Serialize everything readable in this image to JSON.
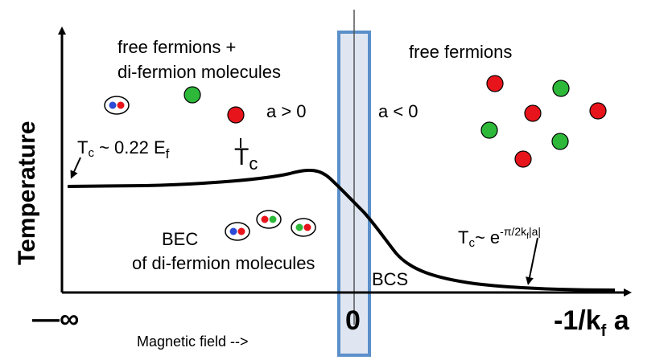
{
  "labels": {
    "y_axis": "Temperature",
    "x_axis_left": "—∞",
    "x_axis_right_main": "-1/k",
    "x_axis_right_sub": "f",
    "x_axis_right_tail": " a",
    "x_zero": "0",
    "x_caption": "Magnetic field -->",
    "upper_left_line1": "free fermions +",
    "upper_left_line2": "di-fermion molecules",
    "upper_right": "free fermions",
    "a_positive": "a > 0",
    "a_negative": "a < 0",
    "tc_curve": "T",
    "tc_curve_sub": "c",
    "tc_left_T": "T",
    "tc_left_sub": "c",
    "tc_left_value": " ~ 0.22 E",
    "tc_left_value_sub": "f",
    "bec_line1": "BEC",
    "bec_line2": "of di-fermion molecules",
    "bcs": "BCS",
    "tc_right_T": "T",
    "tc_right_sub": "c",
    "tc_right_tilde": "~ e",
    "tc_right_exp": "-π/2k",
    "tc_right_exp_sub": "f",
    "tc_right_exp_tail": "|a|"
  },
  "colors": {
    "red_fermion": "#e8141b",
    "green_fermion": "#2db83a",
    "blue_fermion": "#2b4bd6",
    "band_stroke": "#5b8fc9",
    "band_fill": "#dfe6f2",
    "curve": "#000000"
  },
  "molecules": [
    {
      "left": "blue",
      "right": "red"
    },
    {
      "left": "blue",
      "right": "red"
    },
    {
      "left": "red",
      "right": "green"
    },
    {
      "left": "green",
      "right": "red"
    }
  ],
  "upper_left_fermions": [
    "green",
    "red"
  ],
  "free_fermions": [
    "red",
    "green",
    "red",
    "red",
    "green",
    "green",
    "red"
  ]
}
